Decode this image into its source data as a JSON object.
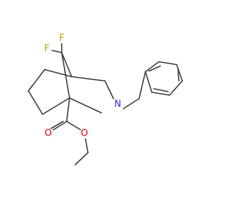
{
  "molecule": {
    "atoms": [
      {
        "key": "F1",
        "label": "F",
        "color": "#b5a000"
      },
      {
        "key": "F2",
        "label": "F",
        "color": "#b5a000"
      },
      {
        "key": "N",
        "label": "N",
        "color": "#2a2ad8"
      },
      {
        "key": "O1",
        "label": "O",
        "color": "#e00000"
      },
      {
        "key": "O2",
        "label": "O",
        "color": "#e00000"
      }
    ],
    "bond_color": "#3a3a3a"
  }
}
